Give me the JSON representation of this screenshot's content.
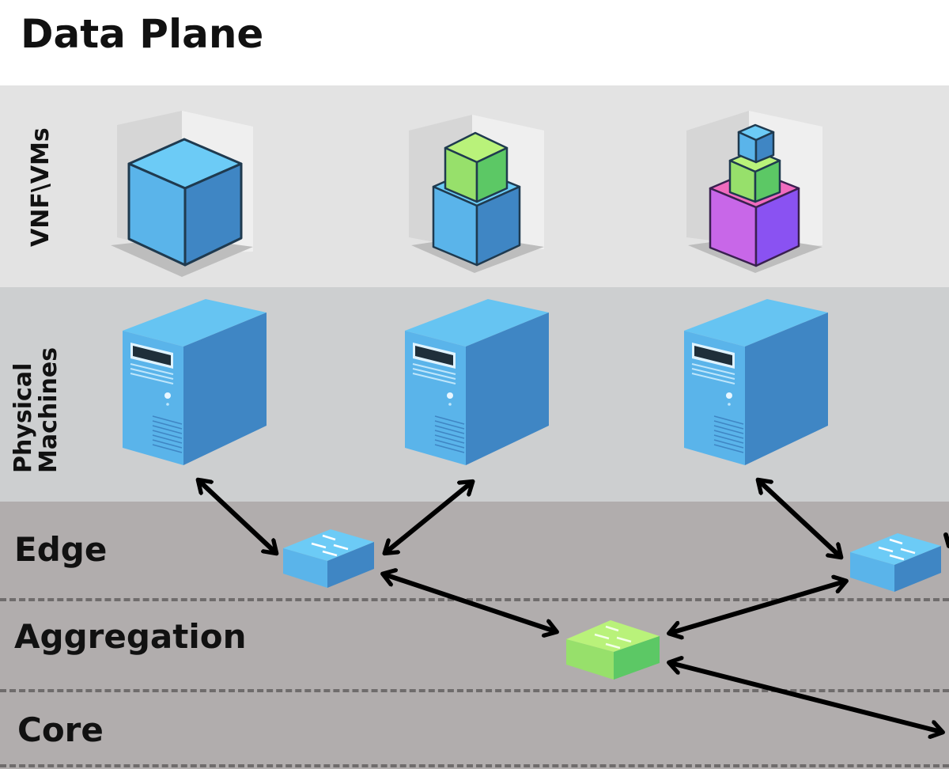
{
  "title": "Data Plane",
  "layers": {
    "vnf": "VNF\\VMs",
    "physical_line1": "Physical",
    "physical_line2": "Machines",
    "edge": "Edge",
    "aggregation": "Aggregation",
    "core": "Core"
  },
  "colors": {
    "cube_blue": "#5bb8ec",
    "cube_green": "#8ee06a",
    "cube_purple": "#a35ff0",
    "cube_pink": "#f06bbf",
    "server_blue": "#4a9fdc",
    "switch_blue": "#5ab7ea",
    "switch_green": "#8fe36d"
  },
  "vm_stacks": [
    {
      "name": "single-vm",
      "cubes": [
        "blue"
      ]
    },
    {
      "name": "two-vm",
      "cubes": [
        "blue",
        "green"
      ]
    },
    {
      "name": "three-vm",
      "cubes": [
        "purple",
        "green",
        "blue"
      ]
    }
  ],
  "physical_machines": 3,
  "edge_switches": 2,
  "aggregation_switches": 1
}
